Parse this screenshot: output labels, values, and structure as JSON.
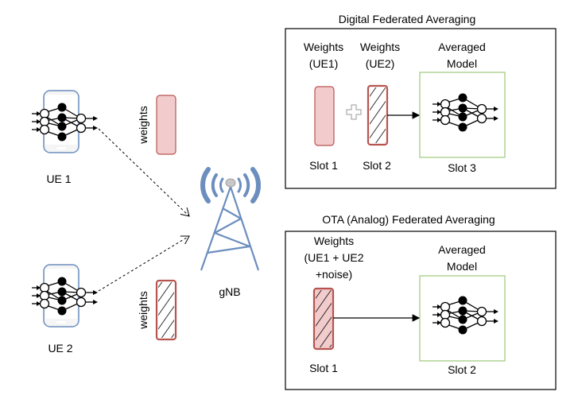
{
  "ue1": {
    "label": "UE 1"
  },
  "ue2": {
    "label": "UE 2"
  },
  "gnb": {
    "label": "gNB"
  },
  "upload1": {
    "label": "weights"
  },
  "upload2": {
    "label": "weights"
  },
  "digital": {
    "title": "Digital Federated Averaging",
    "w1_line1": "Weights",
    "w1_line2": "(UE1)",
    "w2_line1": "Weights",
    "w2_line2": "(UE2)",
    "avg_line1": "Averaged",
    "avg_line2": "Model",
    "slot1": "Slot 1",
    "slot2": "Slot 2",
    "slot3": "Slot 3"
  },
  "ota": {
    "title": "OTA (Analog) Federated Averaging",
    "w_line1": "Weights",
    "w_line2": "(UE1 + UE2",
    "w_line3": "+noise)",
    "avg_line1": "Averaged",
    "avg_line2": "Model",
    "slot1": "Slot 1",
    "slot2": "Slot 2"
  },
  "colors": {
    "weights_fill": "#f2cccc",
    "weights_stroke": "#b85450",
    "tower": "#6c8ebf",
    "model_border": "#9cc97a",
    "phone_border": "#6c8ebf",
    "phone_fill": "#f5f5f5"
  }
}
